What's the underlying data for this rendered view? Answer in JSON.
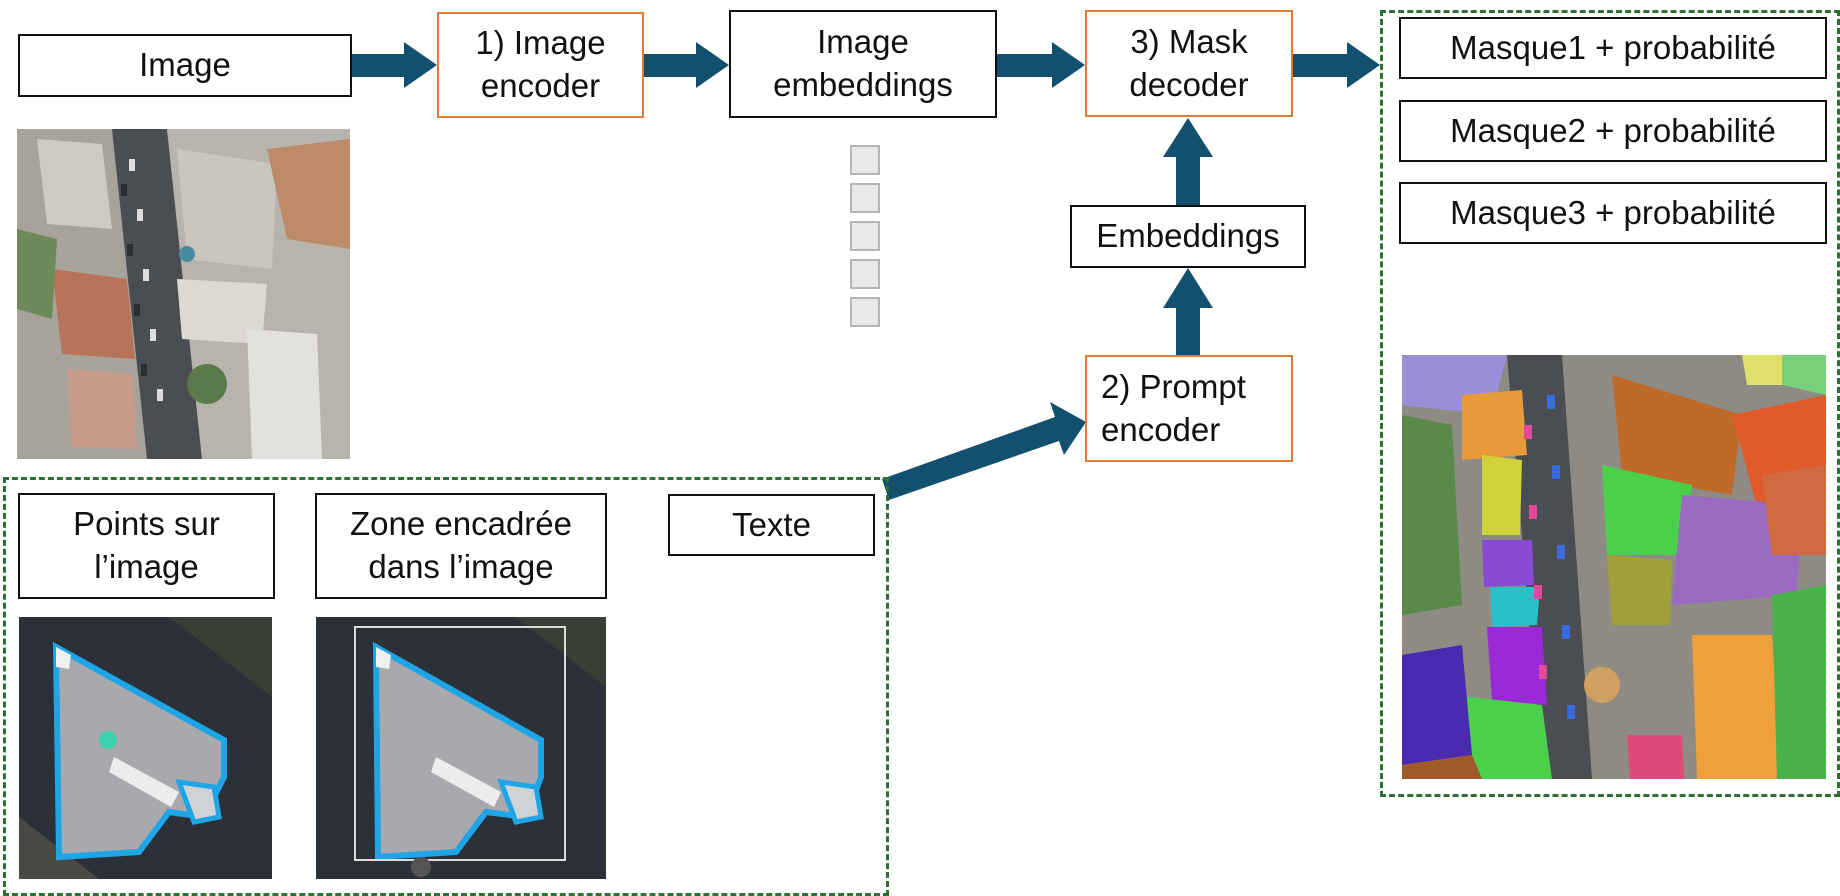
{
  "input_box": "Image",
  "image_encoder": "1) Image\nencoder",
  "image_embeddings": "Image\nembeddings",
  "mask_decoder": "3) Mask\ndecoder",
  "embeddings": "Embeddings",
  "prompt_encoder": "2) Prompt\nencoder",
  "outputs": [
    "Masque1 + probabilité",
    "Masque2 + probabilité",
    "Masque3 + probabilité"
  ],
  "prompts": {
    "points": "Points sur\nl’image",
    "box": "Zone encadrée\ndans l’image",
    "text": "Texte"
  },
  "colors": {
    "arrow": "#12506e",
    "orange_border": "#e07b39",
    "dashed_green": "#2e7031",
    "highlight_blue": "#1ea5e6",
    "point": "#3ad1b0"
  }
}
